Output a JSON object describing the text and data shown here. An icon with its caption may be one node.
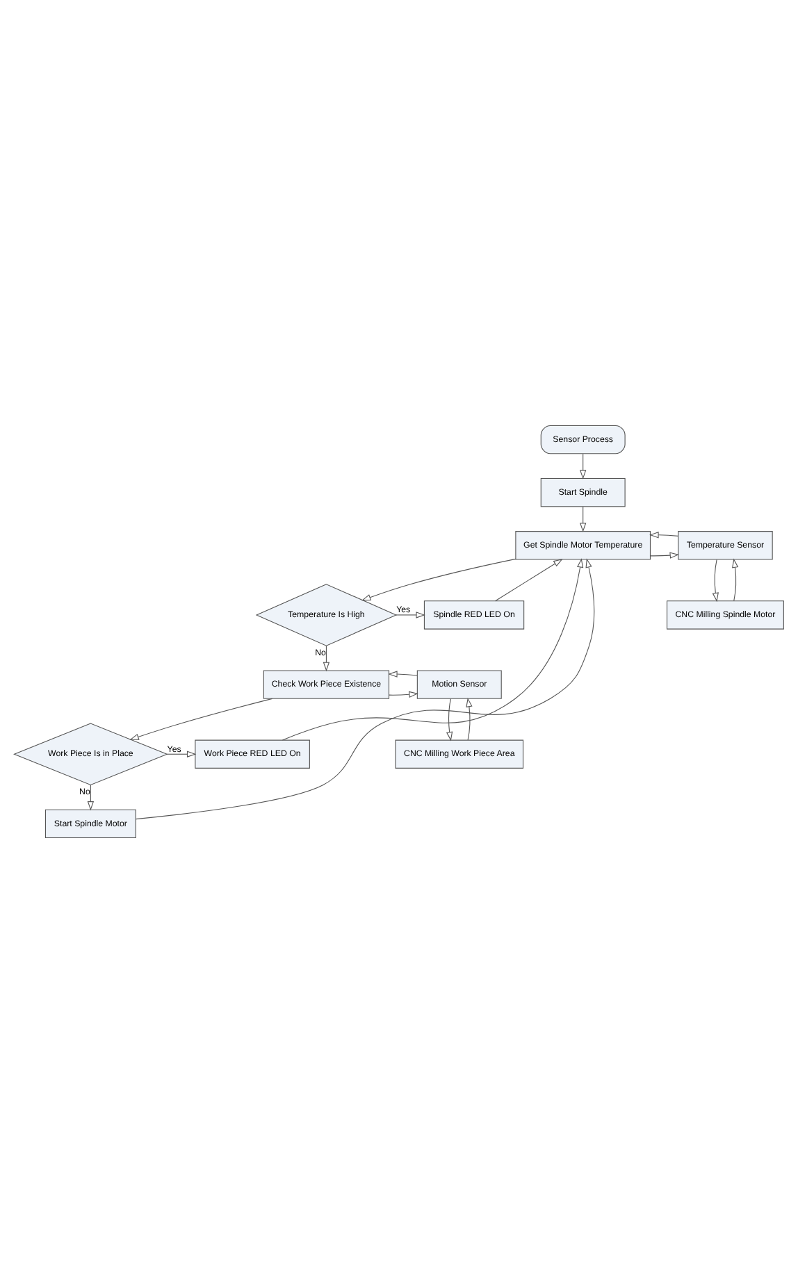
{
  "diagram": {
    "nodes": [
      {
        "text": [
          "Sensor Process"
        ]
      },
      {
        "text": [
          "Start Spindle"
        ]
      },
      {
        "text": [
          "Get Spindle Motor Temperature"
        ]
      },
      {
        "text": [
          "Temperature Sensor"
        ]
      },
      {
        "text": [
          "CNC Milling Spindle Motor"
        ]
      },
      {
        "text": [
          "Temperature Is High"
        ]
      },
      {
        "text": [
          "Spindle RED LED On"
        ]
      },
      {
        "text": [
          "Check Work Piece Existence"
        ]
      },
      {
        "text": [
          "Motion Sensor"
        ]
      },
      {
        "text": [
          "CNC Milling Work Piece Area"
        ]
      },
      {
        "text": [
          "Work Piece Is in Place"
        ]
      },
      {
        "text": [
          "Work Piece RED LED On"
        ]
      },
      {
        "text": [
          "Start Spindle Motor"
        ]
      }
    ],
    "edges": [
      {
        "from": 0,
        "to": 1,
        "arrow": "to"
      },
      {
        "from": 1,
        "to": 2,
        "arrow": "to"
      },
      {
        "from": 2,
        "to": 3,
        "arrow": "to"
      },
      {
        "from": 3,
        "to": 2,
        "arrow": "to"
      },
      {
        "from": 4,
        "to": 3,
        "arrow": "to"
      },
      {
        "from": 3,
        "to": 4,
        "arrow": "to"
      },
      {
        "from": 2,
        "to": 5,
        "arrow": "to"
      },
      {
        "from": 5,
        "to": 6,
        "arrow": "to",
        "label": "Yes"
      },
      {
        "from": 6,
        "to": 2,
        "arrow": "to"
      },
      {
        "from": 5,
        "to": 7,
        "arrow": "to",
        "label": "No"
      },
      {
        "from": 7,
        "to": 8,
        "arrow": "to"
      },
      {
        "from": 8,
        "to": 7,
        "arrow": "to"
      },
      {
        "from": 9,
        "to": 8,
        "arrow": "to"
      },
      {
        "from": 8,
        "to": 9,
        "arrow": "to"
      },
      {
        "from": 7,
        "to": 10,
        "arrow": "to"
      },
      {
        "from": 10,
        "to": 11,
        "arrow": "to",
        "label": "Yes"
      },
      {
        "from": 11,
        "to": 2,
        "arrow": "to"
      },
      {
        "from": 10,
        "to": 12,
        "arrow": "to",
        "label": "No"
      },
      {
        "from": 12,
        "to": 2,
        "arrow": "to"
      }
    ]
  }
}
